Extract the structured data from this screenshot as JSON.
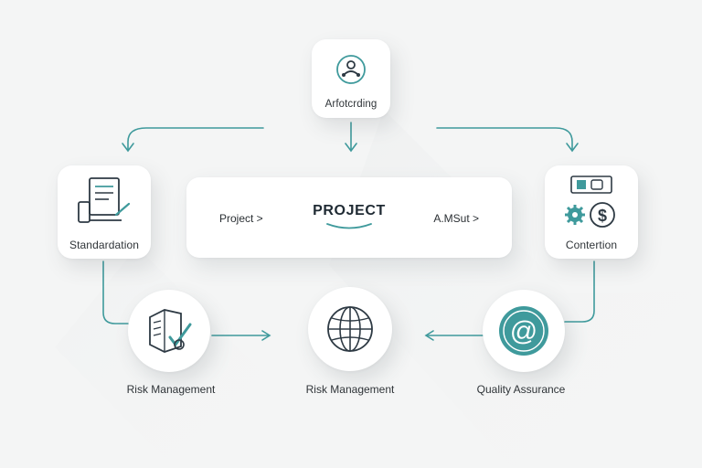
{
  "colors": {
    "accent": "#3f9a9c",
    "icon_dark": "#2e3a44",
    "background": "#f4f5f5",
    "card": "#ffffff"
  },
  "nodes": {
    "top": {
      "label": "Arfotcrding",
      "icon": "person-network-icon"
    },
    "left": {
      "label": "Standardation",
      "icon": "document-device-icon"
    },
    "right": {
      "label": "Contertion",
      "icon": "gear-dollar-icon"
    }
  },
  "center": {
    "title": "PROJECT",
    "left_text": "Project >",
    "right_text": "A.MSut >"
  },
  "circles": {
    "left": {
      "label": "Risk Management",
      "icon": "document-check-icon"
    },
    "middle": {
      "label": "Risk Management",
      "icon": "globe-icon"
    },
    "right": {
      "label": "Quality Assurance",
      "icon": "at-sign-icon"
    }
  }
}
